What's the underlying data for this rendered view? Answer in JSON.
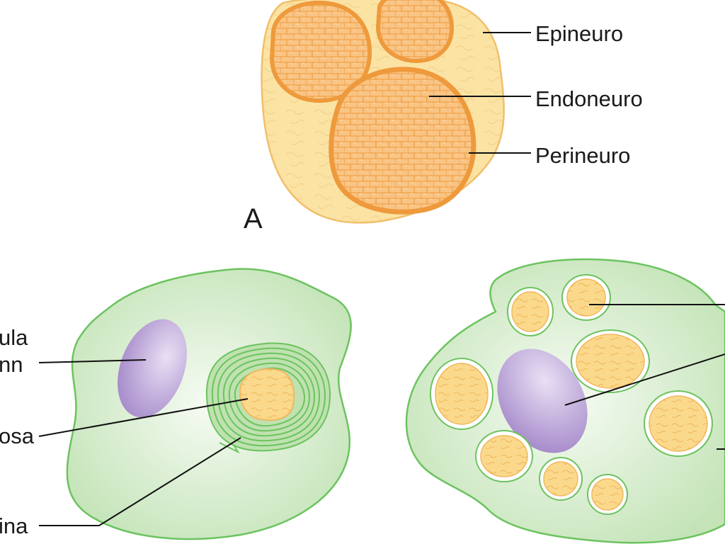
{
  "panel_a": {
    "letter": "A",
    "labels": {
      "epineuro": "Epineuro",
      "endoneuro": "Endoneuro",
      "perineuro": "Perineuro"
    }
  },
  "panel_b": {
    "labels": {
      "schwann_line1": "ula",
      "schwann_line2": "nn",
      "axon": "osa",
      "myelin": "ina"
    }
  },
  "colors": {
    "epineurium_fill": "#fbe3a4",
    "epineurium_stroke": "#f1bf6a",
    "fascicle_fill": "#f9c484",
    "fascicle_stroke": "#ee9a3c",
    "cell_fill": "#c9e7bf",
    "cell_stroke": "#6cc35f",
    "nucleus_fill": "#b9a3d8",
    "axon_fill": "#fbd98c",
    "axon_stroke": "#f0b860",
    "leader_line": "#111111"
  }
}
